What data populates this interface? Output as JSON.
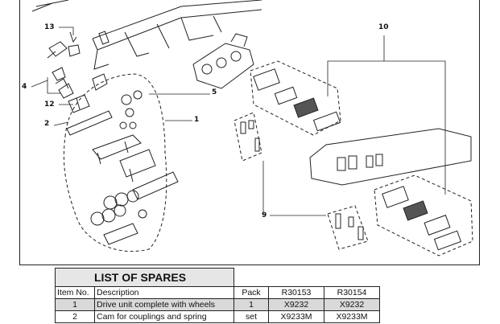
{
  "callouts": {
    "c1": "1",
    "c2": "2",
    "c4": "4",
    "c5": "5",
    "c9": "9",
    "c10": "10",
    "c12": "12",
    "c13": "13"
  },
  "spares": {
    "title": "LIST OF SPARES",
    "headers": [
      "Item No.",
      "Description",
      "Pack",
      "R30153",
      "R30154"
    ],
    "rows": [
      [
        "1",
        "Drive unit complete with wheels",
        "1",
        "X9232",
        "X9232"
      ],
      [
        "2",
        "Cam for couplings and spring",
        "set",
        "X9233M",
        "X9233M"
      ]
    ]
  }
}
